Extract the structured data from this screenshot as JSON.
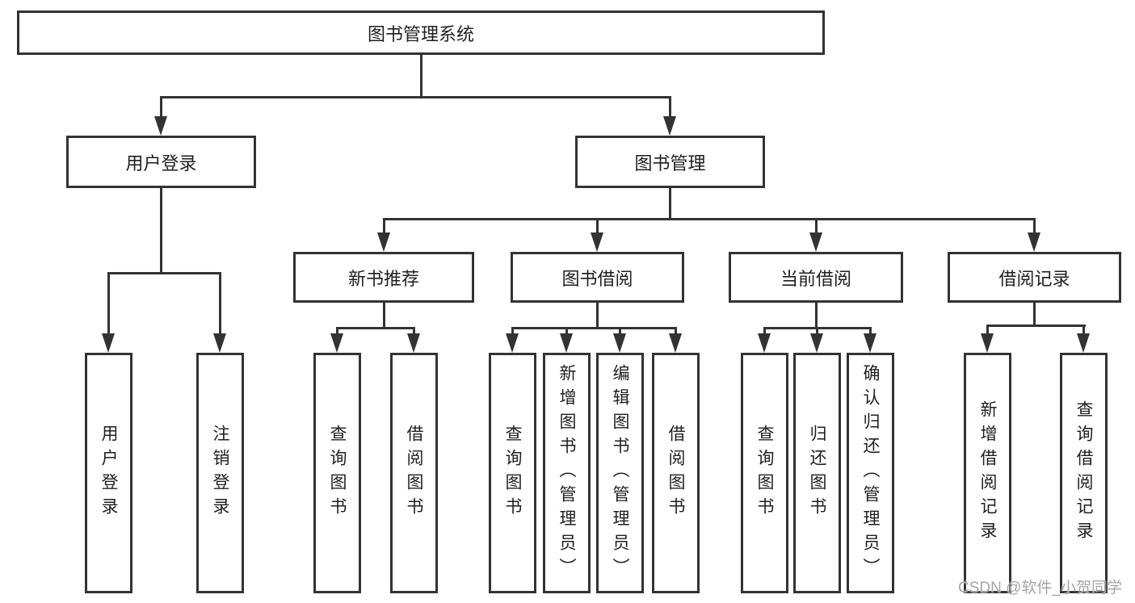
{
  "tree": {
    "label": "图书管理系统",
    "children": [
      {
        "label": "用户登录",
        "children": [
          {
            "label": "用户登录"
          },
          {
            "label": "注销登录"
          }
        ]
      },
      {
        "label": "图书管理",
        "children": [
          {
            "label": "新书推荐",
            "children": [
              {
                "label": "查询图书"
              },
              {
                "label": "借阅图书"
              }
            ]
          },
          {
            "label": "图书借阅",
            "children": [
              {
                "label": "查询图书"
              },
              {
                "label": "新增图书（管理员）"
              },
              {
                "label": "编辑图书（管理员）"
              },
              {
                "label": "借阅图书"
              }
            ]
          },
          {
            "label": "当前借阅",
            "children": [
              {
                "label": "查询图书"
              },
              {
                "label": "归还图书"
              },
              {
                "label": "确认归还（管理员）"
              }
            ]
          },
          {
            "label": "借阅记录",
            "children": [
              {
                "label": "新增借阅记录"
              },
              {
                "label": "查询借阅记录"
              }
            ]
          }
        ]
      }
    ]
  },
  "watermark": {
    "text": "CSDN @软件_小贺同学"
  },
  "colors": {
    "line": "#333333",
    "text": "#1f1f1f",
    "background": "#ffffff",
    "watermark": "#a5a5a5"
  }
}
